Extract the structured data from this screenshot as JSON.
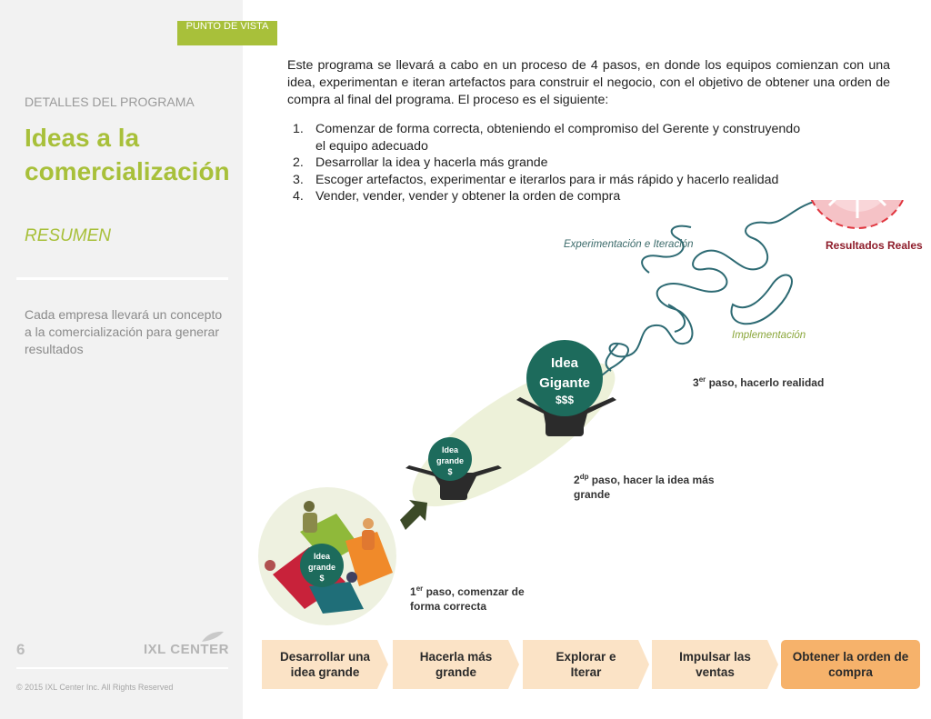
{
  "badge": "PUNTO DE VISTA",
  "sidebar": {
    "section_label": "DETALLES DEL PROGRAMA",
    "title": "Ideas a la comercialización",
    "subtitle": "RESUMEN",
    "description": "Cada empresa llevará un concepto a la comercialización para generar resultados"
  },
  "footer": {
    "page_number": "6",
    "logo": "IXL CENTER",
    "copyright": "© 2015 IXL Center Inc. All Rights Reserved"
  },
  "intro": "Este programa se llevará a cabo en un proceso de 4 pasos, en donde los equipos comienzan con una idea, experimentan e iteran artefactos para construir el negocio, con el objetivo de obtener una orden de compra al final del programa. El proceso es el siguiente:",
  "steps": [
    {
      "num": "1.",
      "text": "Comenzar de forma correcta, obteniendo el compromiso del Gerente y construyendo el equipo adecuado"
    },
    {
      "num": "2.",
      "text": "Desarrollar la idea y hacerla más grande"
    },
    {
      "num": "3.",
      "text": "Escoger artefactos, experimentar e iterarlos para ir más rápido y hacerlo realidad"
    },
    {
      "num": "4.",
      "text": "Vender, vender, vender y obtener la orden de compra"
    }
  ],
  "diagram": {
    "experimentation_label": "Experimentación e Iteración",
    "results_label": "Resultados Reales",
    "results_symbol": "$$$",
    "implementation_label": "Implementación",
    "giant_idea": {
      "line1": "Idea",
      "line2": "Gigante",
      "line3": "$$$"
    },
    "big_idea_mid": {
      "line1": "Idea",
      "line2": "grande",
      "line3": "$"
    },
    "big_idea_team": {
      "line1": "Idea",
      "line2": "grande",
      "line3": "$"
    },
    "step1": {
      "ord": "1",
      "sup": "er",
      "rest": " paso, comenzar de",
      "line2": "forma correcta"
    },
    "step2": {
      "ord": "2",
      "sup": "dp",
      "rest": " paso, hacer la idea más",
      "line2": "grande"
    },
    "step3": {
      "ord": "3",
      "sup": "er",
      "rest": " paso, hacerlo realidad"
    }
  },
  "process": [
    "Desarrollar una idea grande",
    "Hacerla más grande",
    "Explorar e Iterar",
    "Impulsar las ventas",
    "Obtener la orden de compra"
  ],
  "colors": {
    "accent_green": "#a8c03a",
    "teal": "#1d6b5c",
    "dark_red": "#8e1c2a",
    "chevron_fill": "#fbe3c6",
    "chevron_final": "#f6b26b"
  }
}
